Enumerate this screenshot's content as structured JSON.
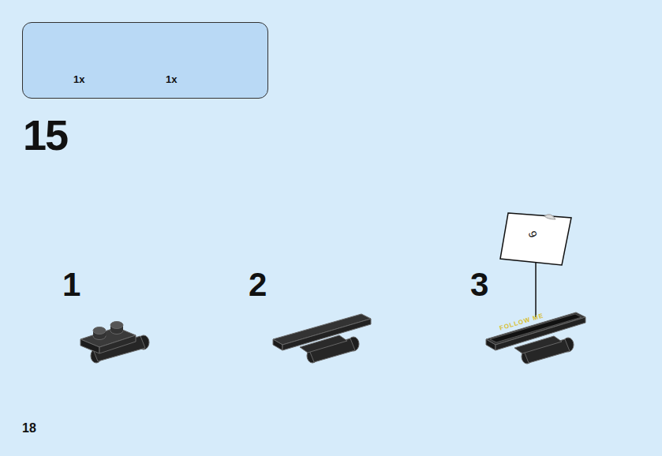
{
  "diagram": {
    "nodes": [
      {
        "text": [
          "1x",
          "1x"
        ]
      },
      {
        "text": [
          "6"
        ]
      }
    ],
    "labels": [
      "15",
      "1",
      "2",
      "3",
      "FOLLOW ME",
      "18"
    ]
  }
}
